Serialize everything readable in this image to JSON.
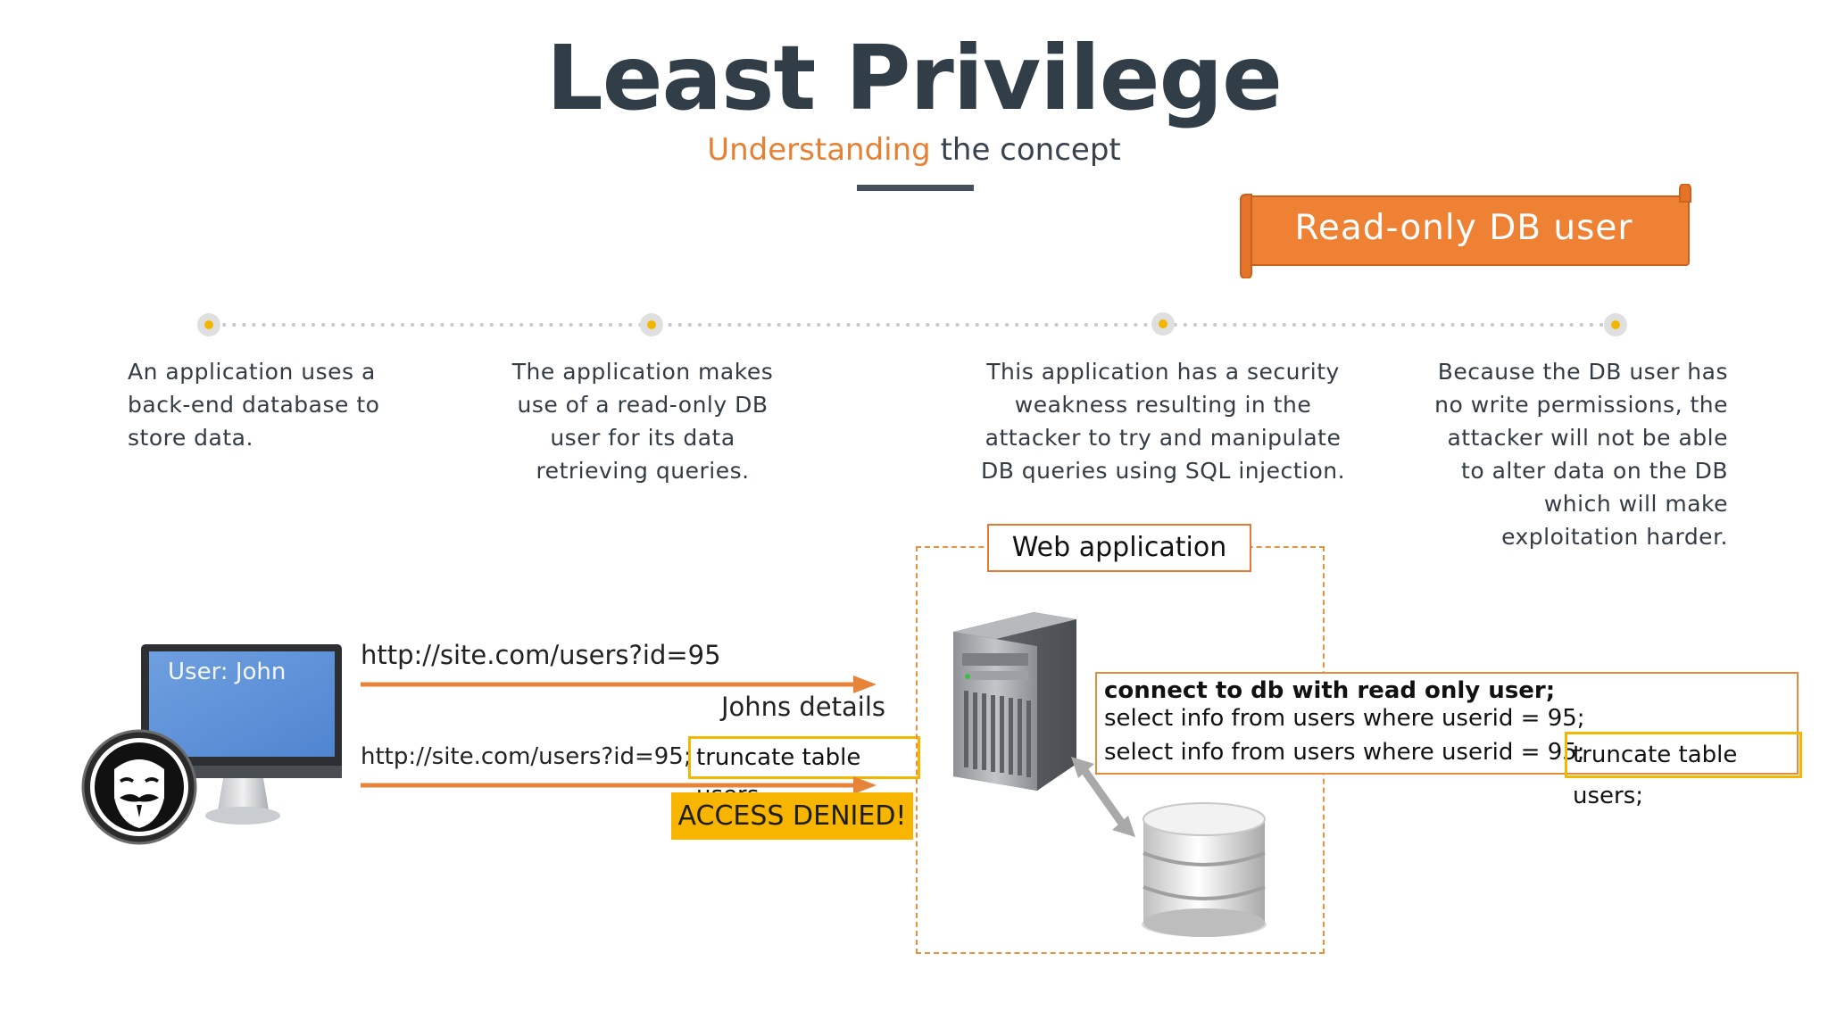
{
  "header": {
    "title": "Least Privilege",
    "subtitle_accent": "Understanding",
    "subtitle_rest": " the concept"
  },
  "banner": {
    "label": "Read-only DB user"
  },
  "steps": [
    {
      "lines": [
        "An application uses a",
        "back-end database to",
        "store data."
      ]
    },
    {
      "lines": [
        "The application makes",
        "use of a read-only DB",
        "user for its data",
        "retrieving queries."
      ]
    },
    {
      "lines": [
        "This application has a security",
        "weakness resulting in the",
        "attacker to try and manipulate",
        "DB queries using SQL injection."
      ]
    },
    {
      "lines": [
        "Because the DB user has",
        "no write permissions, the",
        "attacker will not be able",
        "to alter data on the DB",
        "which will make",
        "exploitation harder."
      ]
    }
  ],
  "client": {
    "screen_label": "User: John"
  },
  "requests": {
    "normal_url": "http://site.com/users?id=95",
    "normal_response": "Johns details",
    "attack_url_prefix": "http://site.com/users?id=95;",
    "attack_payload": "truncate table users",
    "attack_response": "ACCESS DENIED!"
  },
  "webapp": {
    "label": "Web application"
  },
  "sql": {
    "line1": "connect to db with read only user;",
    "line2": "select info from users where userid = 95;",
    "line3_prefix": "select info from users where userid = 95;",
    "line3_payload": "truncate table users;"
  },
  "colors": {
    "accent_orange": "#ee8134",
    "highlight_yellow": "#f2b700",
    "title_dark": "#313d47"
  },
  "icons": [
    "monitor-icon",
    "anonymous-mask-icon",
    "server-tower-icon",
    "database-icon",
    "double-arrow-icon",
    "arrow-right-icon"
  ]
}
